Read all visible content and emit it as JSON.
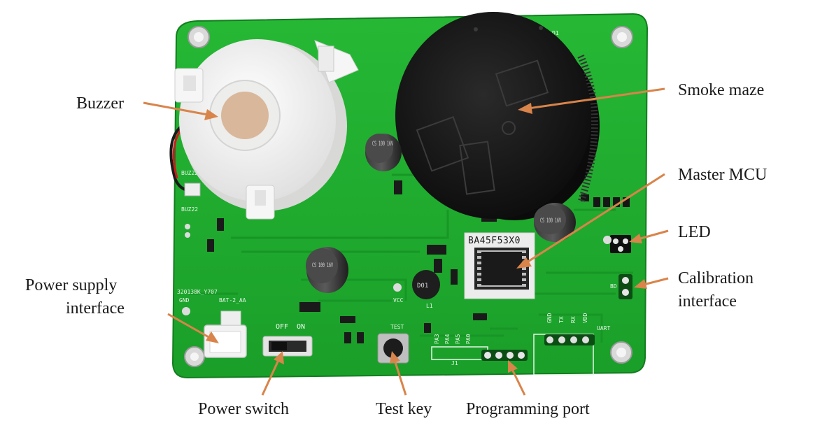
{
  "labels": {
    "buzzer": "Buzzer",
    "smoke_maze": "Smoke maze",
    "master_mcu": "Master MCU",
    "led": "LED",
    "calibration_line1": "Calibration",
    "calibration_line2": "interface",
    "power_supply_line1": "Power supply",
    "power_supply_line2": "interface",
    "power_switch": "Power switch",
    "test_key": "Test key",
    "programming_port": "Programming port"
  },
  "board_text": {
    "mcu_marking": "BA45F53X0",
    "board_id": "320138K_Y707",
    "battery": "BAT-2_AA",
    "switch_off": "OFF",
    "switch_on": "ON",
    "test": "TEST",
    "uart": "UART",
    "vcc": "VCC",
    "gnd": "GND",
    "d1": "D1",
    "buz22": "BUZ22",
    "j1": "J1",
    "bd": "BD",
    "cap_large_1": "CS 100 16V",
    "cap_large_2": "CS 100 16V",
    "cap_large_3": "CS 100 16V",
    "inductor": "D01",
    "l1": "L1",
    "uart_pins": [
      "GND",
      "TX",
      "RX",
      "VDD"
    ],
    "prog_pins": [
      "PA3",
      "PA4",
      "PA5",
      "PA0"
    ]
  },
  "colors": {
    "pcb": "#1fae2e",
    "pcb_dark": "#168a24",
    "arrow": "#d9844a",
    "buzzer": "#f4f4f2",
    "buzzer_center": "#d9b79a",
    "maze": "#151515"
  }
}
